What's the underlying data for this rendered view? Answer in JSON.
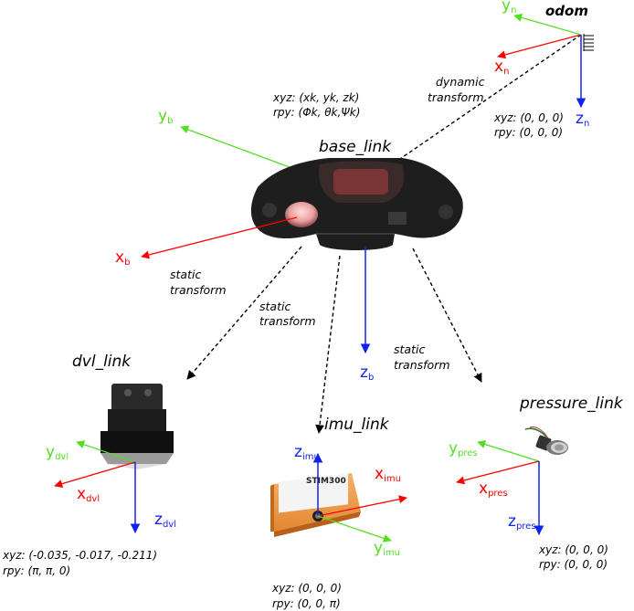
{
  "colors": {
    "x_axis": "#ff0000",
    "y_axis": "#55dd22",
    "z_axis": "#1122ee",
    "tf_line": "#000000"
  },
  "frames": {
    "odom": {
      "name": "odom",
      "axes": {
        "x": {
          "main": "x",
          "sub": "n"
        },
        "y": {
          "main": "y",
          "sub": "n"
        },
        "z": {
          "main": "z",
          "sub": "n"
        }
      },
      "xyz": "xyz: (0, 0, 0)",
      "rpy": "rpy: (0, 0, 0)"
    },
    "base_link": {
      "name": "base_link",
      "axes": {
        "x": {
          "main": "x",
          "sub": "b"
        },
        "y": {
          "main": "y",
          "sub": "b"
        },
        "z": {
          "main": "z",
          "sub": "b"
        }
      },
      "xyz": "xyz: (xk, yk, zk)",
      "rpy": "rpy: (Φk, θk,Ψk)"
    },
    "dvl_link": {
      "name": "dvl_link",
      "axes": {
        "x": {
          "main": "x",
          "sub": "dvl"
        },
        "y": {
          "main": "y",
          "sub": "dvl"
        },
        "z": {
          "main": "z",
          "sub": "dvl"
        }
      },
      "xyz": "xyz: (-0.035, -0.017, -0.211)",
      "rpy": "rpy: (π, π, 0)"
    },
    "imu_link": {
      "name": "imu_link",
      "axes": {
        "x": {
          "main": "x",
          "sub": "imu"
        },
        "y": {
          "main": "y",
          "sub": "imu"
        },
        "z": {
          "main": "z",
          "sub": "imu"
        }
      },
      "xyz": "xyz: (0, 0, 0)",
      "rpy": "rpy: (0, 0, π)"
    },
    "pressure_link": {
      "name": "pressure_link",
      "axes": {
        "x": {
          "main": "x",
          "sub": "pres"
        },
        "y": {
          "main": "y",
          "sub": "pres"
        },
        "z": {
          "main": "z",
          "sub": "pres"
        }
      },
      "xyz": "xyz: (0, 0, 0)",
      "rpy": "rpy: (0, 0, 0)"
    }
  },
  "transforms": {
    "dynamic": {
      "line1": "dynamic",
      "line2": "transform"
    },
    "static_dvl": {
      "line1": "static",
      "line2": "transform"
    },
    "static_imu": {
      "line1": "static",
      "line2": "transform"
    },
    "static_pres": {
      "line1": "static",
      "line2": "transform"
    }
  },
  "imu_device": {
    "model": "STIM300"
  }
}
